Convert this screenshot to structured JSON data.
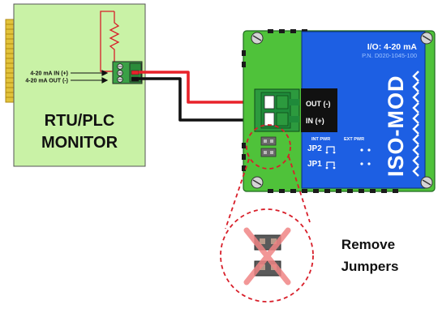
{
  "rtu": {
    "in_label": "4-20 mA IN (+)",
    "out_label": "4-20 mA OUT (-)",
    "title_line1": "RTU/PLC",
    "title_line2": "MONITOR"
  },
  "module": {
    "io_label": "I/O: 4-20 mA",
    "part_number": "P.N. D020-1045-100",
    "product_name": "ISO-MOD",
    "out_label": "OUT (-)",
    "in_label": "IN (+)",
    "int_pwr_label": "INT PWR",
    "ext_pwr_label": "EXT PWR",
    "jp2_label": "JP2",
    "jp1_label": "JP1"
  },
  "callout": {
    "line1": "Remove",
    "line2": "Jumpers"
  },
  "colors": {
    "board_green": "#4fc23a",
    "rtu_green": "#c9f2a6",
    "module_blue": "#1d5fe3",
    "wire_red": "#e8222a",
    "wire_black": "#111111",
    "dashed_red": "#d81f2a",
    "connector_green": "#1f8a3a"
  }
}
